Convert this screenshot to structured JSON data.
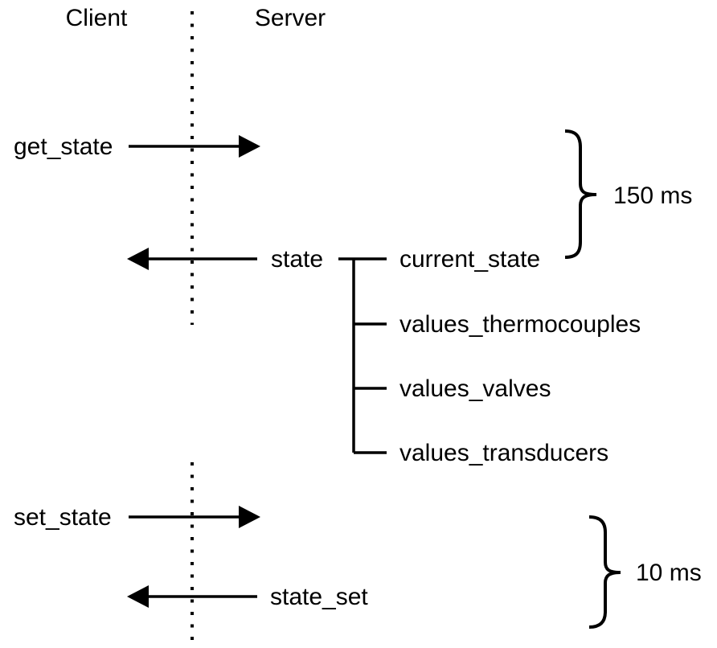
{
  "colors": {
    "background": "#ffffff",
    "ink": "#000000"
  },
  "header": {
    "client": "Client",
    "server": "Server"
  },
  "messages": {
    "get_state": "get_state",
    "state": "state",
    "set_state": "set_state",
    "state_set": "state_set"
  },
  "state_payload": [
    "current_state",
    "values_thermocouples",
    "values_valves",
    "values_transducers"
  ],
  "timings": {
    "round_trip_get": "150 ms",
    "round_trip_set": "10 ms"
  }
}
